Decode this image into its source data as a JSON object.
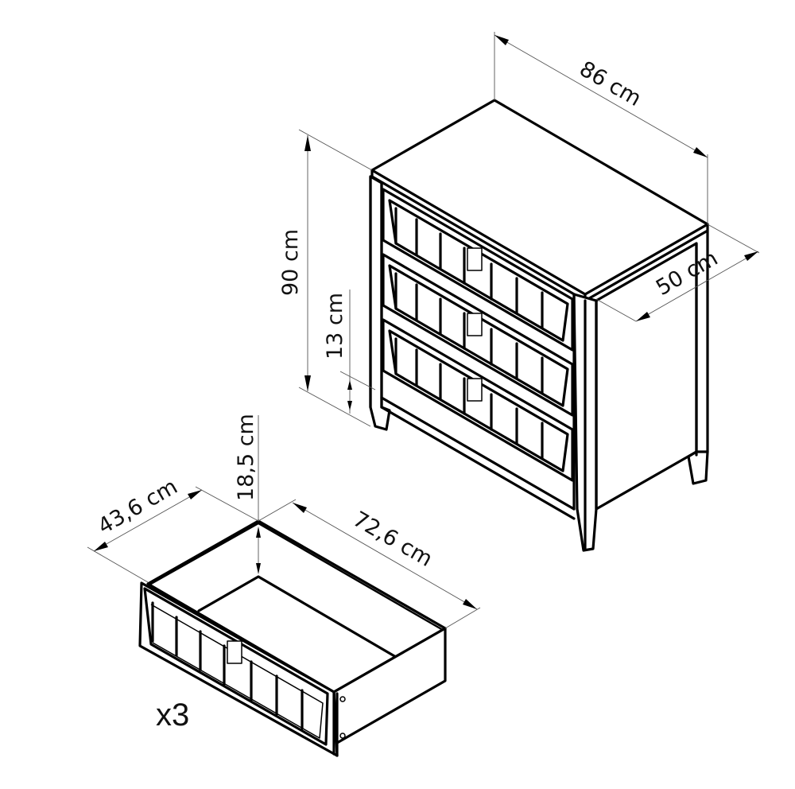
{
  "diagram": {
    "subject": "Three-drawer chest (dresser) with dimensions",
    "line_color": "#000000",
    "dimension_line_color": "#555555",
    "background": "#ffffff"
  },
  "dresser": {
    "width_label": "86 cm",
    "height_label": "90 cm",
    "depth_label": "50 cm",
    "leg_height_label": "13 cm",
    "drawer_count": 3
  },
  "drawer": {
    "width_label": "72,6 cm",
    "depth_label": "43,6 cm",
    "height_label": "18,5 cm",
    "quantity_label": "x3"
  }
}
